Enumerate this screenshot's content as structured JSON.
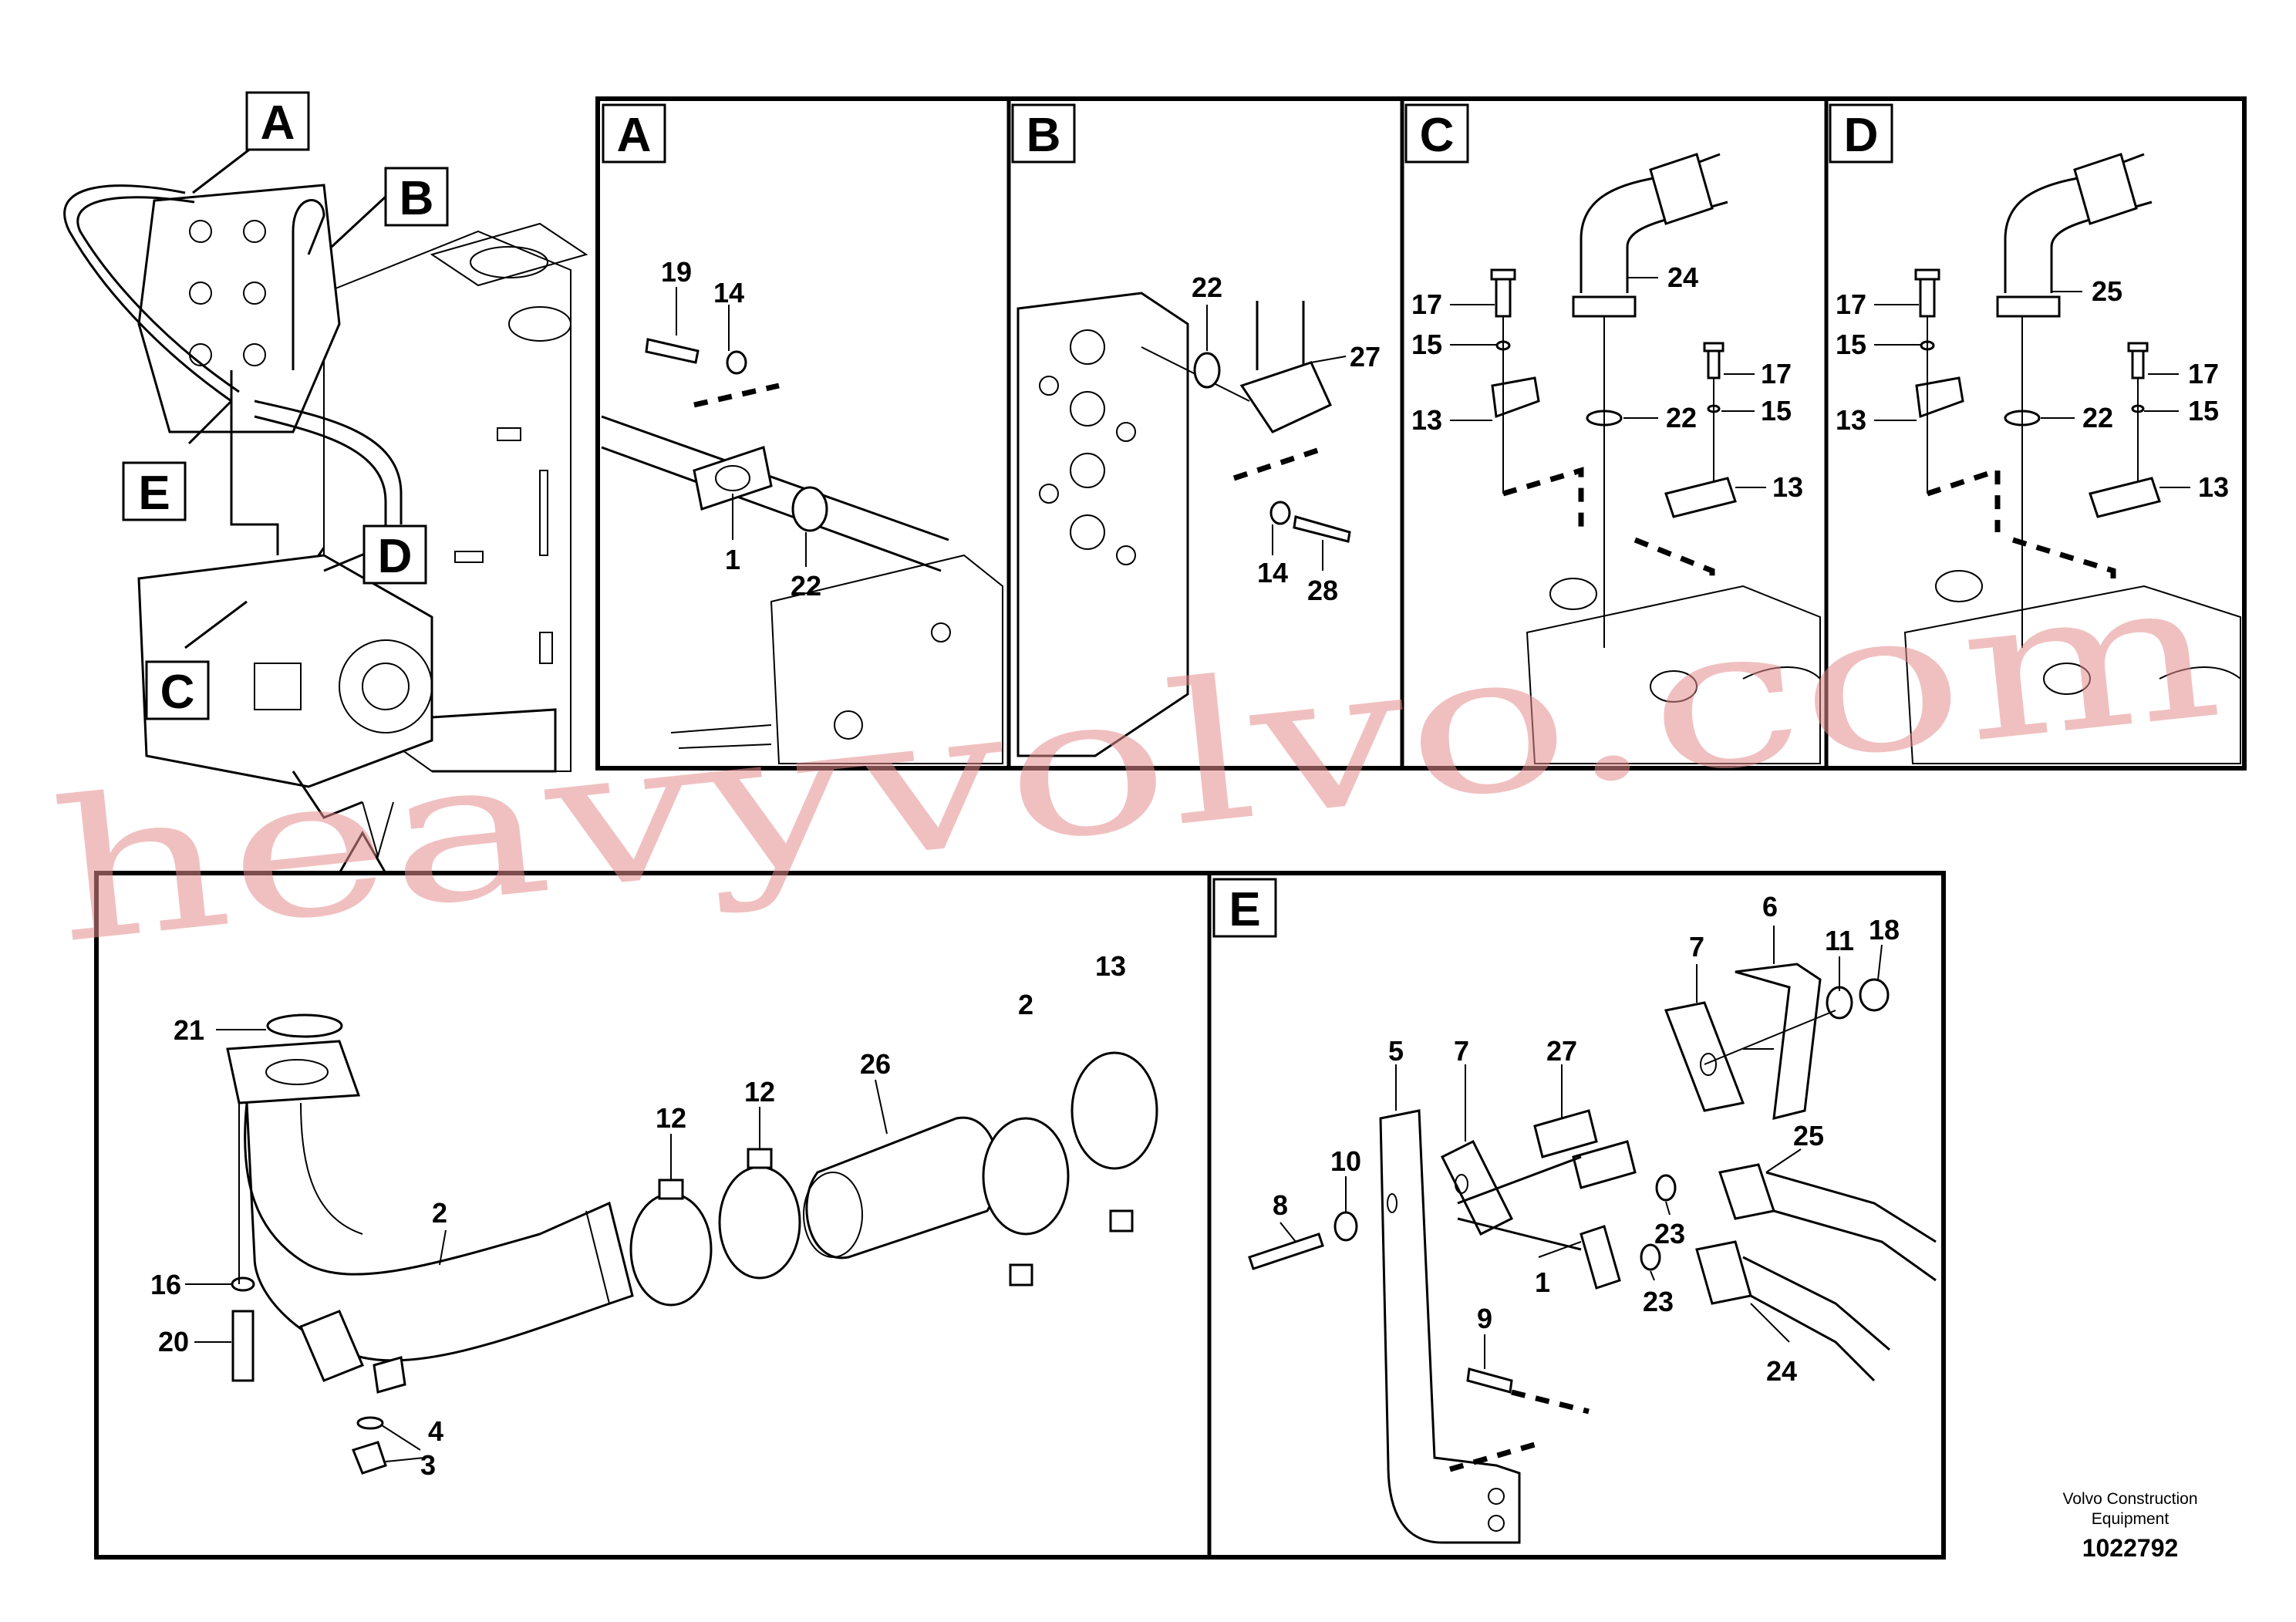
{
  "overview": {
    "callouts": [
      "A",
      "B",
      "C",
      "D",
      "E"
    ]
  },
  "panels": {
    "A": {
      "letter": "A",
      "labels": [
        "19",
        "14",
        "1",
        "22"
      ]
    },
    "B": {
      "letter": "B",
      "labels": [
        "22",
        "27",
        "14",
        "28"
      ]
    },
    "C": {
      "letter": "C",
      "labels": [
        "17",
        "15",
        "13",
        "24",
        "22",
        "17",
        "15",
        "13"
      ]
    },
    "D": {
      "letter": "D",
      "labels": [
        "17",
        "15",
        "13",
        "25",
        "22",
        "17",
        "15",
        "13"
      ]
    },
    "bottom_left": {
      "labels": [
        "21",
        "2",
        "16",
        "20",
        "4",
        "3",
        "12",
        "12",
        "26",
        "2",
        "13"
      ]
    },
    "E": {
      "letter": "E",
      "labels": [
        "7",
        "6",
        "11",
        "18",
        "5",
        "7",
        "27",
        "8",
        "10",
        "23",
        "25",
        "1",
        "23",
        "24",
        "9"
      ]
    }
  },
  "watermark": "heavyvolvo.com",
  "footer": {
    "company": "Volvo Construction",
    "company_line2": "Equipment",
    "drawing_number": "1022792"
  }
}
